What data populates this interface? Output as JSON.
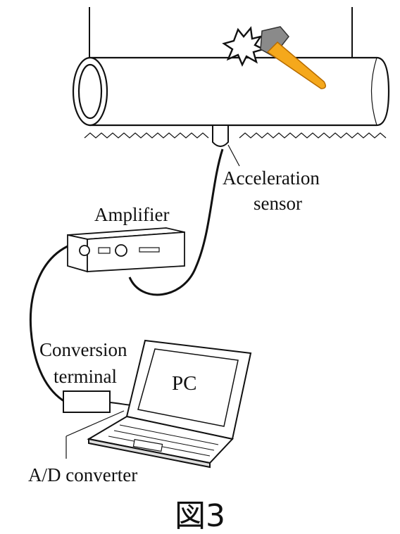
{
  "labels": {
    "sensor_line1": "Acceleration",
    "sensor_line2": "sensor",
    "amplifier": "Amplifier",
    "conversion_line1": "Conversion",
    "conversion_line2": "terminal",
    "pc": "PC",
    "adc": "A/D converter"
  },
  "caption": "図3",
  "colors": {
    "line": "#111111",
    "hammer_handle": "#f5a81c",
    "hammer_head": "#8a8a8a",
    "background": "#ffffff"
  }
}
